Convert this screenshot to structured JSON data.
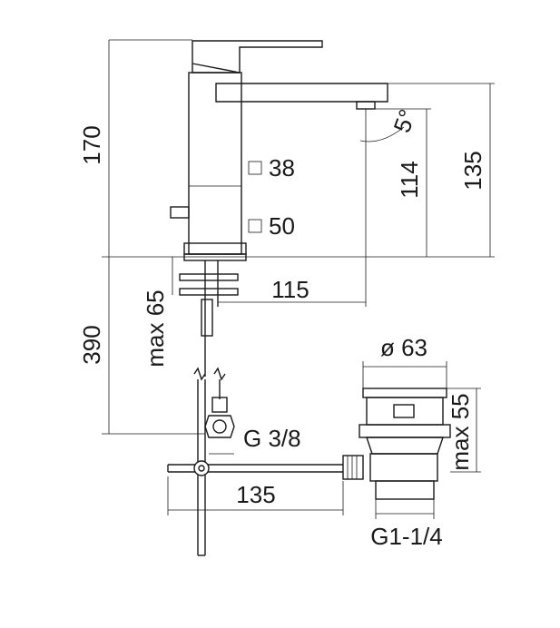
{
  "dimensions": {
    "height_total": "170",
    "spout_height": "135",
    "outlet_height": "114",
    "body_square": "38",
    "base_square": "50",
    "spout_reach": "115",
    "tilt_angle": "5°",
    "supply_length": "390",
    "max_deck": "max 65",
    "supply_thread": "G 3/8",
    "pop_up_diameter": "ø 63",
    "waste_max": "max 55",
    "rod_length": "135",
    "waste_thread": "G1-1/4"
  }
}
